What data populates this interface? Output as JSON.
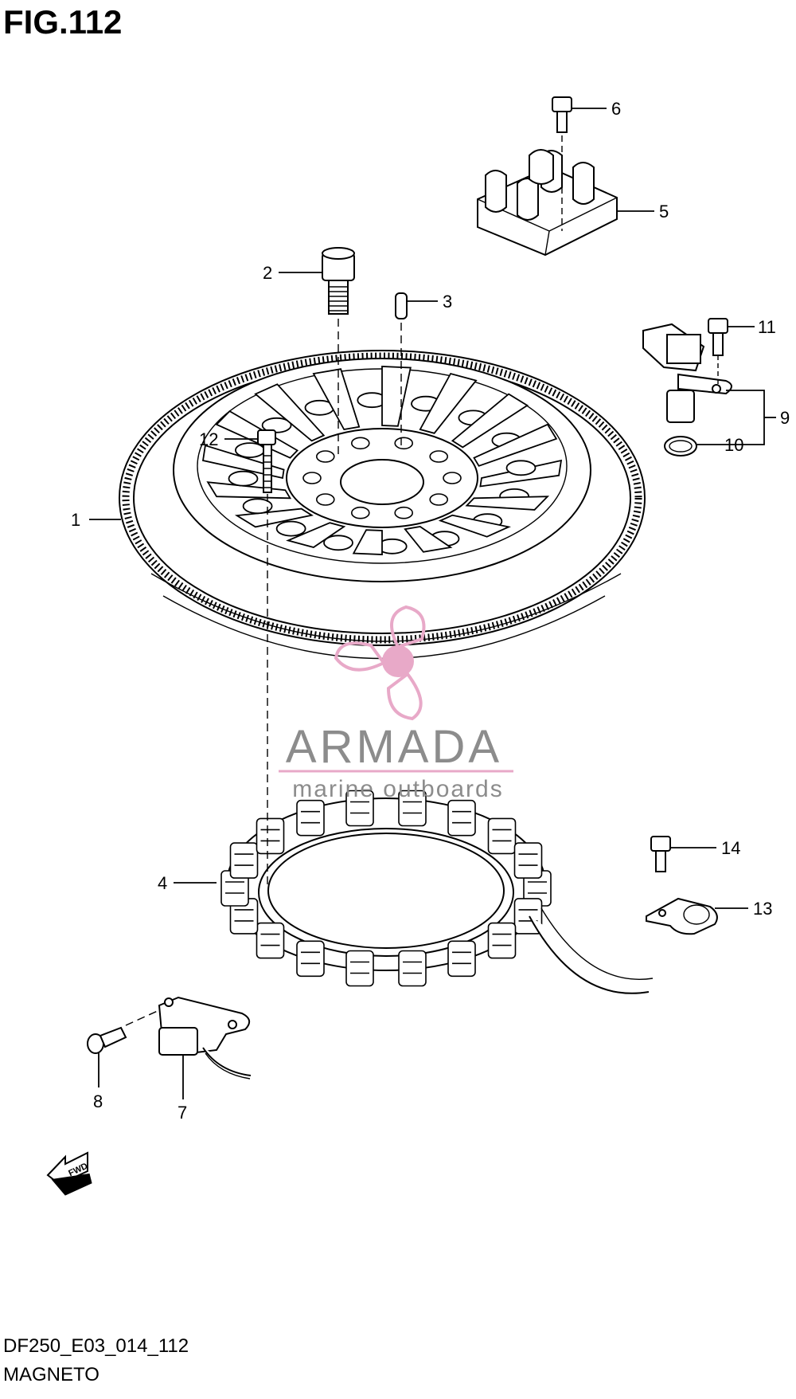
{
  "figure": {
    "title": "FIG.112",
    "code": "DF250_E03_014_112",
    "name": "MAGNETO"
  },
  "watermark": {
    "brand": "ARMADA",
    "tagline": "marine outboards",
    "colors": {
      "brand_gray": "#8c8c8c",
      "accent_pink": "#e8a9c8"
    }
  },
  "direction_label": "FWD",
  "callouts": [
    {
      "number": "1"
    },
    {
      "number": "2"
    },
    {
      "number": "3"
    },
    {
      "number": "4"
    },
    {
      "number": "5"
    },
    {
      "number": "6"
    },
    {
      "number": "7"
    },
    {
      "number": "8"
    },
    {
      "number": "9"
    },
    {
      "number": "10"
    },
    {
      "number": "11"
    },
    {
      "number": "12"
    },
    {
      "number": "13"
    },
    {
      "number": "14"
    }
  ]
}
